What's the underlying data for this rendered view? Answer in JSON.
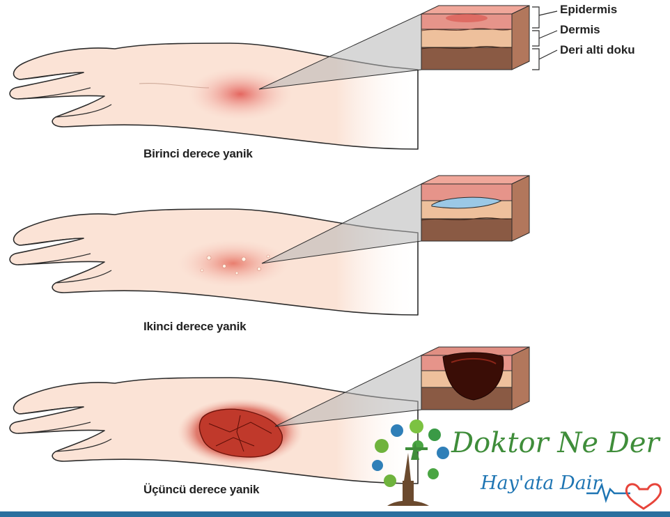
{
  "layers": {
    "epidermis": "Epidermis",
    "dermis": "Dermis",
    "subcutis": "Deri alti doku"
  },
  "captions": {
    "first": "Birinci derece yanik",
    "second": "Ikinci derece yanik",
    "third": "Üçüncü derece yanik"
  },
  "logo": {
    "title": "Doktor Ne Der ?",
    "subtitle": "Hay'ata Dair"
  },
  "colors": {
    "skin": "#fbe3d6",
    "outline": "#2b2b2b",
    "epidermis": "#e79a8a",
    "dermis": "#e9b896",
    "subcutis": "#8a5a44",
    "blister": "#9bc8e6",
    "burn_red": "#e05a4a",
    "eschar": "#3a0d06",
    "logo_green": "#3f8d3a",
    "logo_blue": "#1e75b3",
    "bar": "#2a6f9e"
  }
}
